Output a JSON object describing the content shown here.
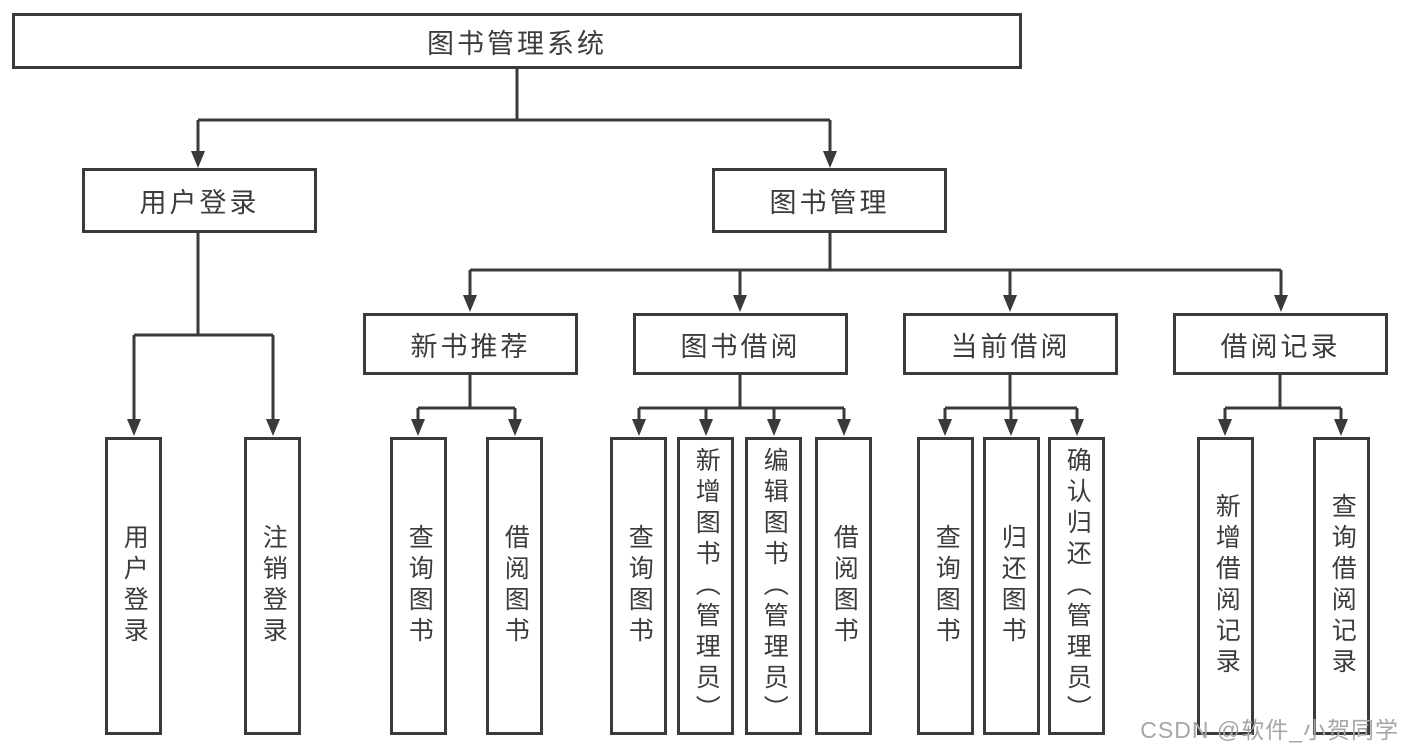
{
  "root": {
    "label": "图书管理系统"
  },
  "branches": [
    {
      "label": "用户登录",
      "children": [
        "用户登录",
        "注销登录"
      ]
    },
    {
      "label": "图书管理"
    }
  ],
  "modules": [
    {
      "label": "新书推荐",
      "children": [
        "查询图书",
        "借阅图书"
      ]
    },
    {
      "label": "图书借阅",
      "children": [
        "查询图书",
        "新增图书（管理员）",
        "编辑图书（管理员）",
        "借阅图书"
      ]
    },
    {
      "label": "当前借阅",
      "children": [
        "查询图书",
        "归还图书",
        "确认归还（管理员）"
      ]
    },
    {
      "label": "借阅记录",
      "children": [
        "新增借阅记录",
        "查询借阅记录"
      ]
    }
  ],
  "watermark": "CSDN @软件_小贺同学",
  "colors": {
    "line": "#3a3a3a",
    "text": "#3c3c3c",
    "watermark": "#a6a6a6",
    "background": "#ffffff"
  }
}
